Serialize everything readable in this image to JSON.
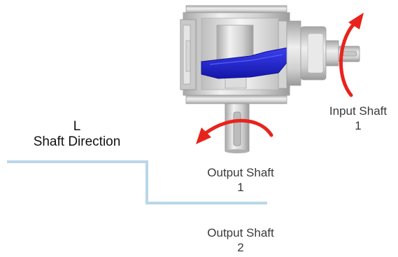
{
  "shaft_direction": {
    "code": "L",
    "label": "Shaft Direction"
  },
  "shafts": {
    "input_1": {
      "name": "Input Shaft",
      "number": "1"
    },
    "output_1": {
      "name": "Output Shaft",
      "number": "1"
    },
    "output_2": {
      "name": "Output Shaft",
      "number": "2"
    }
  },
  "colors": {
    "gear": "#1f24d8",
    "rotation_arrow": "#e8231c",
    "direction_line": "#b9d7ea",
    "housing": "#cfcfcf"
  },
  "icons": {
    "input_rotation": "curved-arrow-up-icon",
    "output_rotation": "curved-arrow-left-icon"
  }
}
